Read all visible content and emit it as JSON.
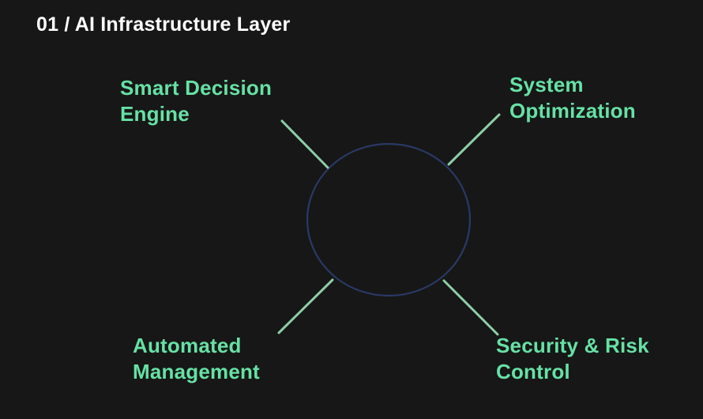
{
  "slide": {
    "title": "01 / AI Infrastructure Layer"
  },
  "diagram": {
    "center": {
      "shape": "circle",
      "label": ""
    },
    "nodes": [
      {
        "id": "smart-decision-engine",
        "label": "Smart Decision Engine",
        "lines": [
          "Smart Decision",
          "Engine"
        ],
        "position": "top-left"
      },
      {
        "id": "system-optimization",
        "label": "System Optimization",
        "lines": [
          "System",
          "Optimization"
        ],
        "position": "top-right"
      },
      {
        "id": "automated-management",
        "label": "Automated Management",
        "lines": [
          "Automated",
          "Management"
        ],
        "position": "bottom-left"
      },
      {
        "id": "security-risk-control",
        "label": "Security & Risk Control",
        "lines": [
          "Security & Risk",
          "Control"
        ],
        "position": "bottom-right"
      }
    ]
  },
  "colors": {
    "background": "#171717",
    "title_text": "#ffffff",
    "node_text": "#66e1a5",
    "connector_line": "#8ecda7",
    "center_circle_stroke": "#2a3966"
  }
}
